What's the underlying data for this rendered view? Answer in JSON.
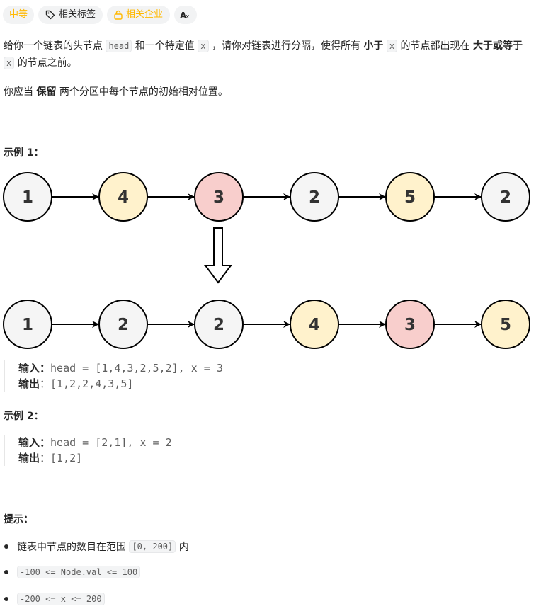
{
  "tags": {
    "difficulty": "中等",
    "topics": "相关标签",
    "companies": "相关企业"
  },
  "description": {
    "p1": {
      "t1": "给你一个链表的头节点",
      "c1": "head",
      "t2": "和一个特定值",
      "c2": "x",
      "t3": "，请你对链表进行分隔，使得所有",
      "b1": "小于",
      "c3": "x",
      "t4": "的节点都出现在",
      "b2a": "大",
      "b2b": "于或等于",
      "c4": "x",
      "t5": "的节点之前。"
    },
    "p2": {
      "t1": "你应当",
      "b1": "保留",
      "t2": "两个分区中每个节点的初始相对位置。"
    }
  },
  "example1": {
    "title": "示例 1：",
    "input_label": "输入：",
    "input_value": "head = [1,4,3,2,5,2], x = 3",
    "output_label": "输出",
    "output_value": "：[1,2,2,4,3,5]",
    "before": [
      "1",
      "4",
      "3",
      "2",
      "5",
      "2"
    ],
    "after": [
      "1",
      "2",
      "2",
      "4",
      "3",
      "5"
    ]
  },
  "example2": {
    "title": "示例 2：",
    "input_label": "输入：",
    "input_value": "head = [2,1], x = 2",
    "output_label": "输出",
    "output_value": "：[1,2]"
  },
  "hints": {
    "title": "提示：",
    "items": [
      {
        "text": "链表中节点的数目在范围",
        "code": "[0, 200]",
        "suffix": "内"
      },
      {
        "code": "-100 <= Node.val <= 100"
      },
      {
        "code": "-200 <= x <= 200"
      }
    ]
  },
  "colors": {
    "gray_fill": "#f5f5f5",
    "yellow_fill": "#fff2cc",
    "red_fill": "#f8cecc",
    "difficulty": "#ffb800"
  }
}
